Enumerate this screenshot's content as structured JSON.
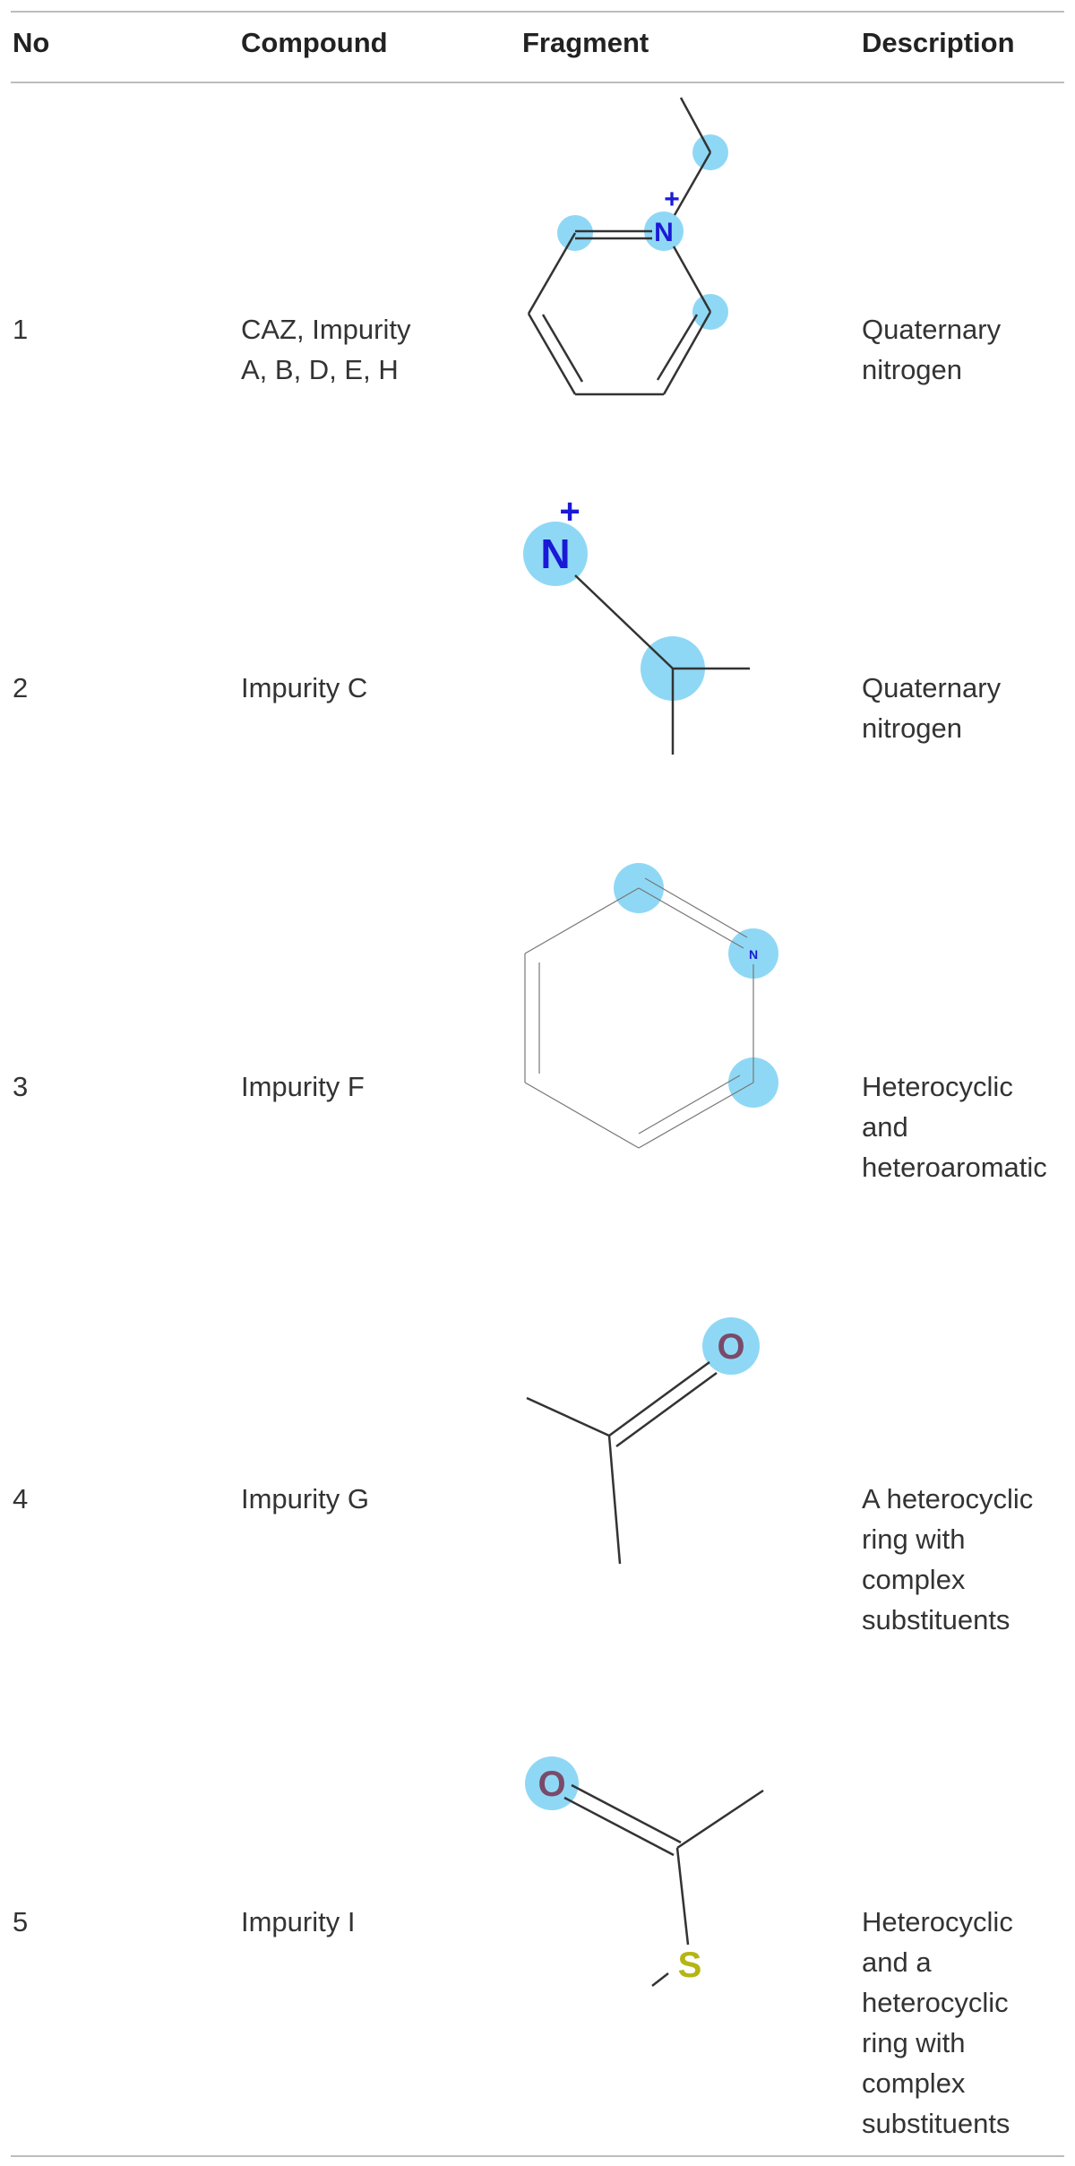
{
  "table": {
    "headers": {
      "no": "No",
      "compound": "Compound",
      "fragment": "Fragment",
      "description": "Description"
    },
    "rows": [
      {
        "no": "1",
        "compound": [
          "CAZ, Impurity",
          "A, B, D, E, H"
        ],
        "description": [
          "Quaternary",
          "nitrogen"
        ],
        "fragment_atoms": [
          "N",
          "+"
        ]
      },
      {
        "no": "2",
        "compound": [
          "Impurity C"
        ],
        "description": [
          "Quaternary",
          "nitrogen"
        ],
        "fragment_atoms": [
          "N",
          "+"
        ]
      },
      {
        "no": "3",
        "compound": [
          "Impurity F"
        ],
        "description": [
          "Heterocyclic",
          "and",
          "heteroaromatic"
        ],
        "fragment_atoms": [
          "N"
        ]
      },
      {
        "no": "4",
        "compound": [
          "Impurity G"
        ],
        "description": [
          "A heterocyclic",
          "ring with",
          "complex",
          "substituents"
        ],
        "fragment_atoms": [
          "O"
        ]
      },
      {
        "no": "5",
        "compound": [
          "Impurity I"
        ],
        "description": [
          "Heterocyclic",
          "and a",
          "heterocyclic",
          "ring with",
          "complex",
          "substituents"
        ],
        "fragment_atoms": [
          "O",
          "S"
        ]
      }
    ]
  },
  "colors": {
    "highlight": "#8fd8f5",
    "nitrogen": "#1a1ad6",
    "oxygen": "#7a4a6a",
    "sulfur": "#b5b513",
    "bond": "#333333",
    "rule": "#bdbdbd"
  }
}
